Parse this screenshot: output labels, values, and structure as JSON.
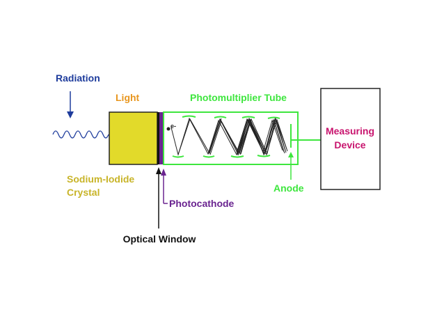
{
  "labels": {
    "radiation": "Radiation",
    "light": "Light",
    "photomultiplier_tube": "Photomultiplier Tube",
    "measuring": "Measuring",
    "device": "Device",
    "sodium_iodide": "Sodium-Iodide",
    "crystal": "Crystal",
    "anode": "Anode",
    "photocathode": "Photocathode",
    "optical_window": "Optical Window",
    "electron": "e-"
  },
  "colors": {
    "radiation": "#1e3c9c",
    "light": "#e8961e",
    "tube": "#3ee63e",
    "measuring_device_text": "#c8146e",
    "crystal_fill": "#e2da2a",
    "crystal_text": "#c8b428",
    "photocathode": "#6a2490",
    "optical_window_text": "#111111",
    "outline": "#222222"
  }
}
